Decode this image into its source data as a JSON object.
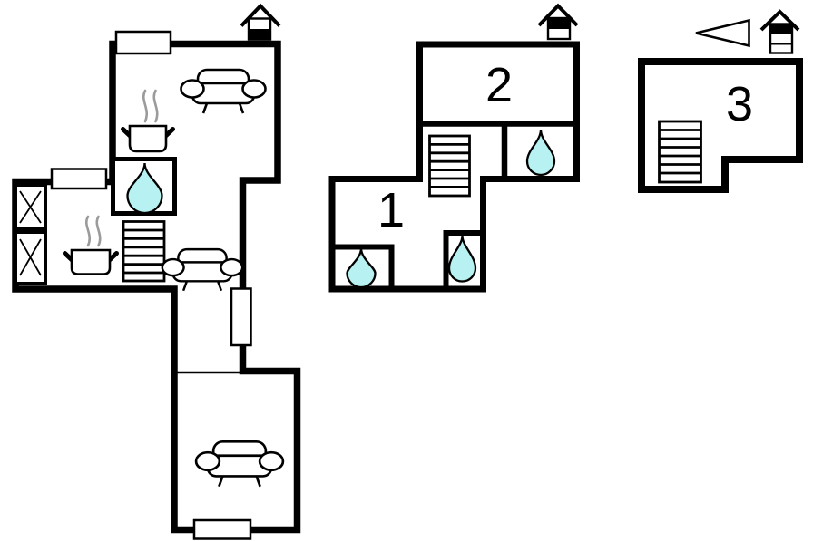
{
  "units": {
    "unit1": "1",
    "unit2": "2",
    "unit3": "3"
  },
  "colors": {
    "wall": "#000000",
    "background": "#ffffff",
    "water_drop_fill": "#b7f1f1",
    "steam_gray": "#9b9b9b",
    "label_color": "#000000"
  },
  "plans": [
    {
      "id": "ground-floor",
      "story_icon": "house-chimney-2-bands-bottom-filled",
      "features": [
        "window-top",
        "sofa-living",
        "stove-pot-with-steam",
        "bathroom-water-drop",
        "staircase",
        "kitchen-pot-with-steam",
        "two-crossed-appliance-boxes",
        "kitchen-window",
        "hall-sofa",
        "hall-window",
        "lower-room-sofa",
        "lower-room-window",
        "doorway-line"
      ]
    },
    {
      "id": "first-floor",
      "story_icon": "house-chimney-2-bands-top-filled",
      "room_labels": [
        "1",
        "2"
      ],
      "features": [
        "staircase",
        "bathroom-water-drop-upper",
        "bathroom-water-drop-lower-left",
        "bathroom-water-drop-lower-right"
      ]
    },
    {
      "id": "second-floor",
      "story_icon": "house-chimney-3-bands-top-filled",
      "room_labels": [
        "3"
      ],
      "compass_icon": "triangle-arrow-pointing-left",
      "features": [
        "staircase"
      ]
    }
  ],
  "icons": {
    "water-drop-icon": "teardrop shape, cyan fill",
    "stairs-icon": "rectangle with horizontal treads",
    "sofa-icon": "couch with two armrest ellipses and legs",
    "pot-icon": "cooking pot with two handles and steam",
    "appliance-icon": "box with X cross",
    "window-icon": "white rectangle over wall",
    "story-indicator-icon": "small house with filled band marking the storey",
    "north-arrow-icon": "hollow triangle pointing left"
  }
}
